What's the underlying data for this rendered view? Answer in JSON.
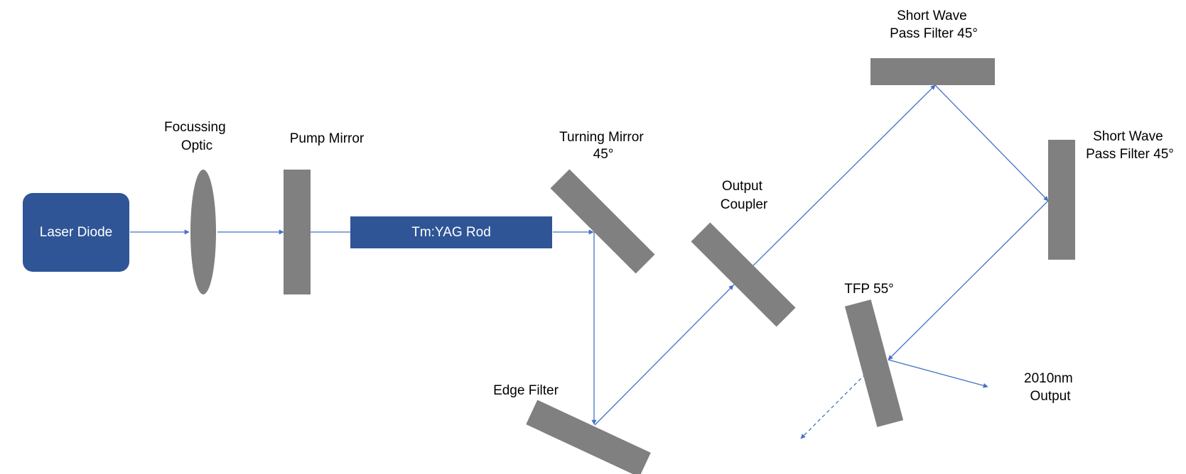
{
  "colors": {
    "component_fill": "#808080",
    "blue_fill": "#2f5597",
    "beam": "#4472c4",
    "label_text": "#000000",
    "box_text": "#ffffff"
  },
  "labels": {
    "laser_diode": "Laser Diode",
    "rod": "Tm:YAG Rod",
    "focussing_optic": [
      "Focussing",
      "Optic"
    ],
    "pump_mirror": "Pump Mirror",
    "turning_mirror": [
      "Turning Mirror",
      "45°"
    ],
    "output_coupler": [
      "Output",
      "Coupler"
    ],
    "edge_filter": "Edge Filter",
    "swp_filter_top": [
      "Short Wave",
      "Pass Filter 45°"
    ],
    "swp_filter_right": [
      "Short Wave",
      "Pass Filter 45°"
    ],
    "tfp": "TFP 55°",
    "output": [
      "2010nm",
      "Output"
    ]
  }
}
